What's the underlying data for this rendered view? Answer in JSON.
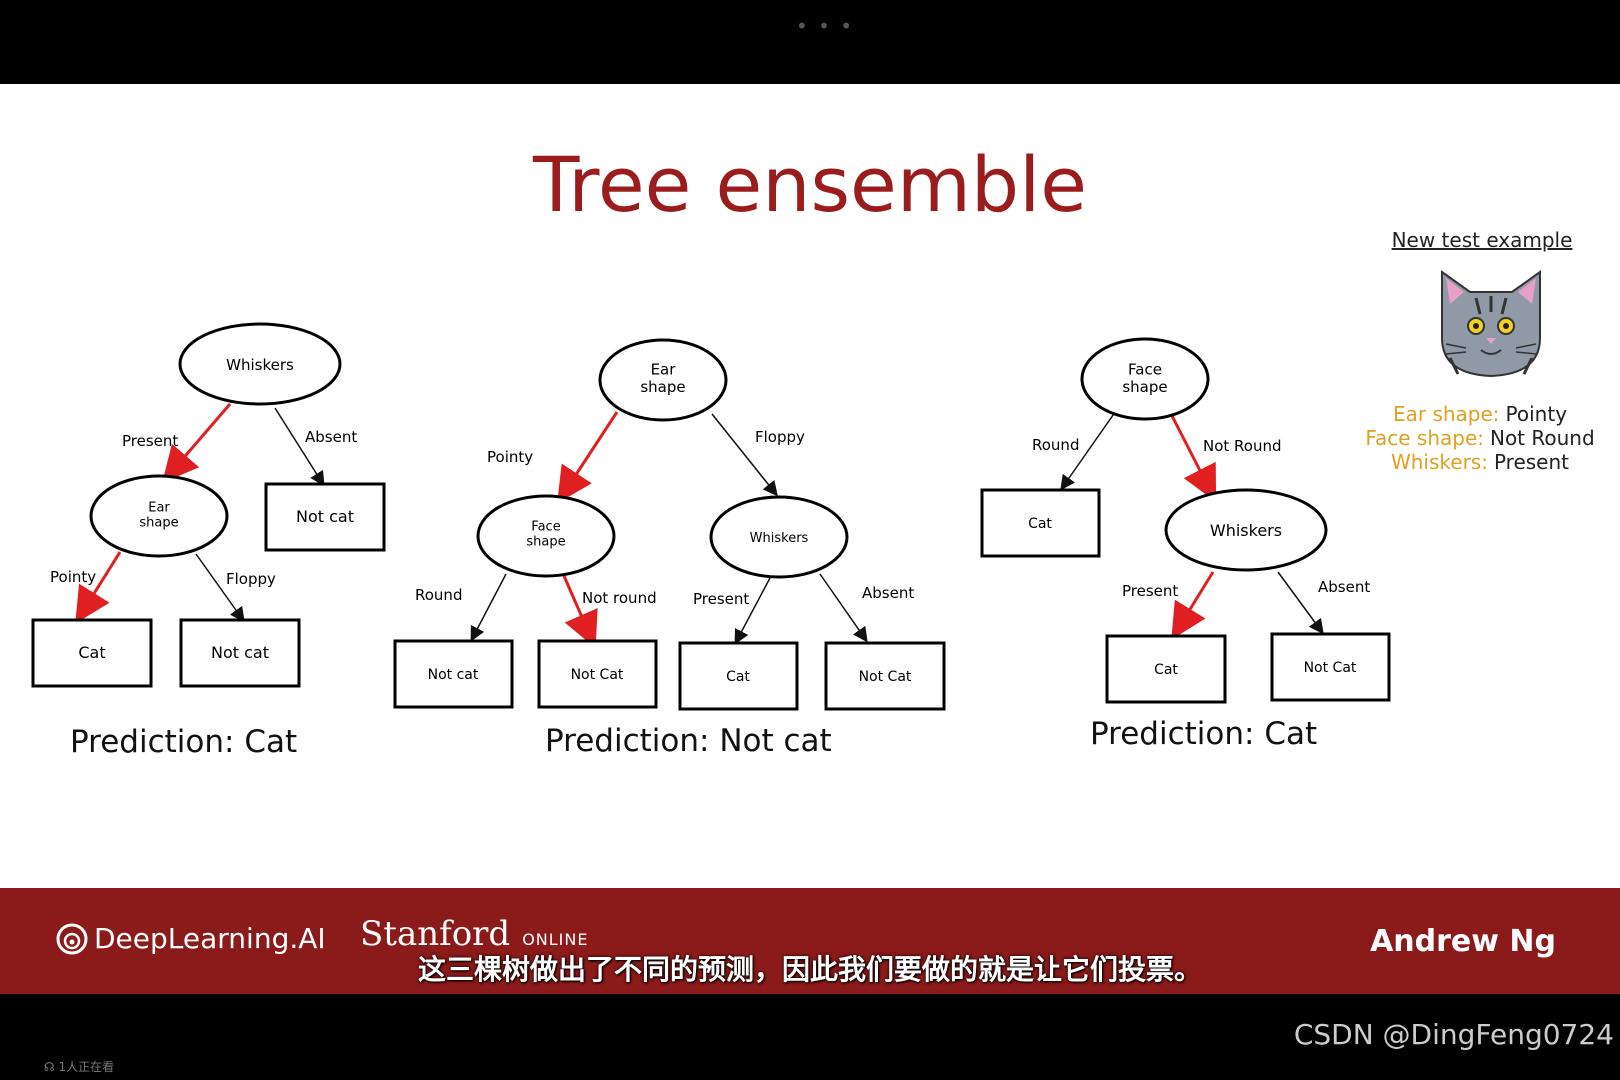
{
  "window": {
    "menu_dots": "• • •"
  },
  "slide": {
    "title": "Tree ensemble",
    "trees": [
      {
        "root": "Whiskers",
        "root_left_branch": "Present",
        "root_right_branch": "Absent",
        "root_right_leaf": "Not cat",
        "child": "Ear shape",
        "child_left_branch": "Pointy",
        "child_right_branch": "Floppy",
        "leaf_left": "Cat",
        "leaf_right": "Not cat",
        "prediction_label": "Prediction:",
        "prediction": "Cat"
      },
      {
        "root": "Ear shape",
        "root_left_branch": "Pointy",
        "root_right_branch": "Floppy",
        "left_child": "Face shape",
        "left_child_left_branch": "Round",
        "left_child_right_branch": "Not round",
        "left_leaf_1": "Not cat",
        "left_leaf_2": "Not Cat",
        "right_child": "Whiskers",
        "right_child_left_branch": "Present",
        "right_child_right_branch": "Absent",
        "right_leaf_1": "Cat",
        "right_leaf_2": "Not Cat",
        "prediction_label": "Prediction:",
        "prediction": "Not cat"
      },
      {
        "root": "Face shape",
        "root_left_branch": "Round",
        "root_right_branch": "Not Round",
        "root_left_leaf": "Cat",
        "child": "Whiskers",
        "child_left_branch": "Present",
        "child_right_branch": "Absent",
        "leaf_left": "Cat",
        "leaf_right": "Not Cat",
        "prediction_label": "Prediction:",
        "prediction": "Cat"
      }
    ],
    "new_test": {
      "title": "New test example",
      "features": [
        {
          "key": "Ear shape:",
          "value": "Pointy"
        },
        {
          "key": "Face shape:",
          "value": "Not Round"
        },
        {
          "key": "Whiskers:",
          "value": "Present"
        }
      ]
    }
  },
  "bottom_bar": {
    "logo_deeplearning": "DeepLearning.AI",
    "logo_stanford": "Stanford",
    "logo_stanford_online": "ONLINE",
    "presenter": "Andrew Ng",
    "subtitle": "这三棵树做出了不同的预测，因此我们要做的就是让它们投票。"
  },
  "footer": {
    "viewers": "1人正在看",
    "watermark": "CSDN @DingFeng0724"
  },
  "colors": {
    "title": "#9b1c1c",
    "path_arrow": "#e02020",
    "bottom_bar": "#8b1a1a",
    "feature_key": "#e0a020"
  }
}
